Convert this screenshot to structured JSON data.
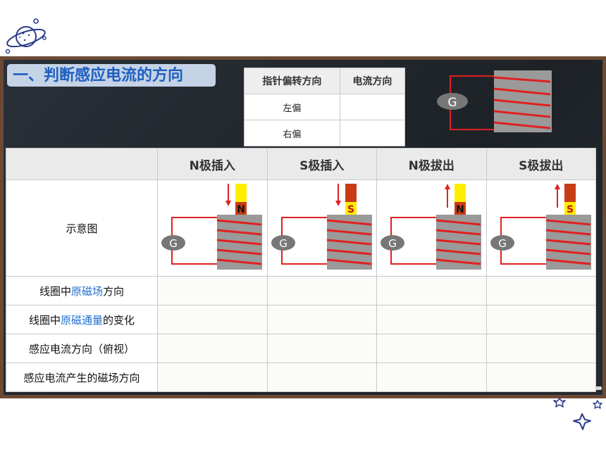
{
  "title": "一、判断感应电流的方向",
  "deflection_table": {
    "headers": [
      "指针偏转方向",
      "电流方向"
    ],
    "rows": [
      [
        "左偏",
        ""
      ],
      [
        "右偏",
        ""
      ]
    ]
  },
  "galvanometer_label": "G",
  "main_table": {
    "columns": [
      "N极插入",
      "S极插入",
      "N极拔出",
      "S极拔出"
    ],
    "diagram_row_label": "示意图",
    "magnet_labels": [
      "N",
      "S",
      "N",
      "S"
    ],
    "row_labels": [
      {
        "before": "线圈中",
        "highlight": "原磁场",
        "after": "方向"
      },
      {
        "before": "线圈中",
        "highlight": "原磁通量",
        "after": "的变化"
      },
      {
        "before": "感应电流方向（俯视）",
        "highlight": "",
        "after": ""
      },
      {
        "before": "感应电流产生的磁场方向",
        "highlight": "",
        "after": ""
      }
    ]
  },
  "colors": {
    "accent": "#1e6fd0",
    "coil": "#e02020",
    "core": "#9a9a9a",
    "magnet_yellow": "#ffee00",
    "magnet_red": "#c83c14"
  }
}
